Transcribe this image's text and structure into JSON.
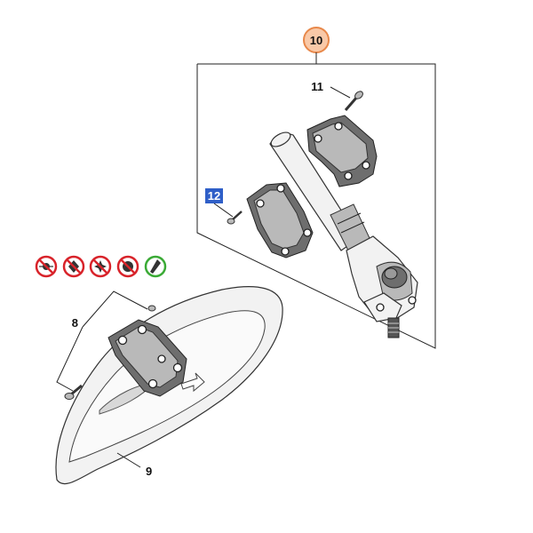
{
  "callouts": {
    "c10": "10",
    "c11": "11",
    "c12": "12",
    "c8": "8",
    "c9": "9"
  },
  "colors": {
    "callout_10_fill": "#f9c9a8",
    "callout_10_stroke": "#e8884a",
    "callout_12_highlight": "#2f5fc8",
    "prohibit_red": "#d8232a",
    "allowed_green": "#3aaa35"
  },
  "usage_icons": [
    {
      "name": "no-line-head-icon",
      "status": "prohibited"
    },
    {
      "name": "no-grass-blade-icon",
      "status": "prohibited"
    },
    {
      "name": "no-brush-knife-icon",
      "status": "prohibited"
    },
    {
      "name": "no-saw-blade-icon",
      "status": "prohibited"
    },
    {
      "name": "pivoting-deflector-allowed-icon",
      "status": "allowed"
    }
  ]
}
